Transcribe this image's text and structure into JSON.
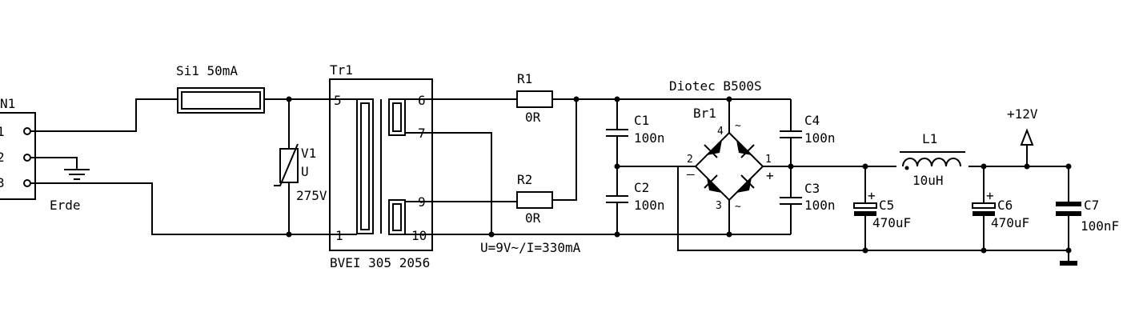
{
  "connector": {
    "label": "N1",
    "pins": [
      "1",
      "2",
      "3"
    ]
  },
  "ground_label": "Erde",
  "fuse": {
    "label": "Si1 50mA"
  },
  "varistor": {
    "ref": "V1",
    "u": "U",
    "voltage": "275V"
  },
  "transformer": {
    "ref": "Tr1",
    "part": "BVEI 305 2056",
    "pins": {
      "p5": "5",
      "p1": "1",
      "p6": "6",
      "p7": "7",
      "p9": "9",
      "p10": "10"
    }
  },
  "r1": {
    "ref": "R1",
    "value": "0R"
  },
  "r2": {
    "ref": "R2",
    "value": "0R"
  },
  "rating": "U=9V~/I=330mA",
  "bridge": {
    "title": "Diotec B500S",
    "ref": "Br1",
    "p1": "1",
    "p2": "2",
    "p3": "3",
    "p4": "4",
    "plus": "+",
    "minus": "–",
    "ac_top": "~",
    "ac_bottom": "~"
  },
  "c1": {
    "ref": "C1",
    "value": "100n"
  },
  "c2": {
    "ref": "C2",
    "value": "100n"
  },
  "c3": {
    "ref": "C3",
    "value": "100n"
  },
  "c4": {
    "ref": "C4",
    "value": "100n"
  },
  "c5": {
    "ref": "C5",
    "value": "470uF",
    "plus": "+"
  },
  "c6": {
    "ref": "C6",
    "value": "470uF",
    "plus": "+"
  },
  "c7": {
    "ref": "C7",
    "value": "100nF"
  },
  "l1": {
    "ref": "L1",
    "value": "10uH"
  },
  "output": {
    "label": "+12V"
  }
}
